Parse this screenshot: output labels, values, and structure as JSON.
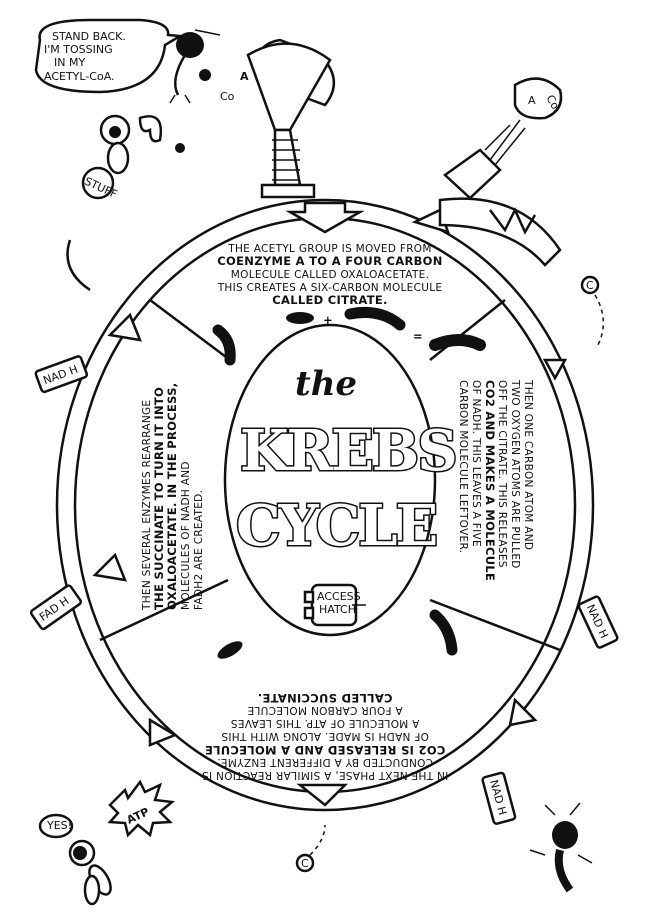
{
  "speech_bubble": {
    "lines": [
      "STAND BACK.",
      "I'M TOSSING",
      "IN MY",
      "ACETYL-CoA."
    ]
  },
  "funnel_labels": {
    "acetyl": "A",
    "coenzyme": "Co"
  },
  "flying_molecule": {
    "a": "A",
    "co": "Co"
  },
  "bag_label": "STUFF",
  "title": {
    "the": "the",
    "line1": "KREBS",
    "line2": "CYCLE"
  },
  "access_hatch": {
    "line1": "ACCESS",
    "line2": "HATCH"
  },
  "step1": {
    "lines": [
      "THE ACETYL GROUP IS MOVED FROM",
      "COENZYME A TO A FOUR CARBON",
      "MOLECULE CALLED OXALOACETATE.",
      "THIS CREATES A SIX-CARBON MOLECULE",
      "CALLED CITRATE."
    ],
    "equation_plus": "+",
    "equation_equals": "="
  },
  "step2": {
    "lines": [
      "THEN ONE CARBON ATOM AND",
      "TWO OXYGEN ATOMS ARE PULLED",
      "OFF THE CITRATE. THIS RELEASES",
      "CO2 AND MAKES A MOLECULE",
      "OF NADH. THIS LEAVES A FIVE",
      "CARBON MOLECULE LEFTOVER."
    ]
  },
  "step3": {
    "lines": [
      "IN THE NEXT PHASE, A SIMILAR REACTION IS",
      "CONDUCTED BY A DIFFERENT ENZYME.",
      "CO2 IS RELEASED AND A MOLECULE",
      "OF NADH IS MADE. ALONG WITH THIS",
      "A MOLECULE OF ATP. THIS LEAVES",
      "A FOUR CARBON MOLECULE",
      "CALLED SUCCINATE."
    ]
  },
  "step4": {
    "lines": [
      "THEN SEVERAL ENZYMES REARRANGE",
      "THE SUCCINATE TO TURN IT INTO",
      "OXALOACETATE. IN THE PROCESS,",
      "MOLECULES OF NADH AND",
      "FADH2 ARE CREATED."
    ]
  },
  "canisters": [
    {
      "label": "NAD H"
    },
    {
      "label": "FAD H"
    },
    {
      "label": "NAD H"
    },
    {
      "label": "NAD H"
    }
  ],
  "atp_burst": "ATP",
  "bug_speech": "YES!",
  "c_tokens": [
    "C",
    "C"
  ]
}
